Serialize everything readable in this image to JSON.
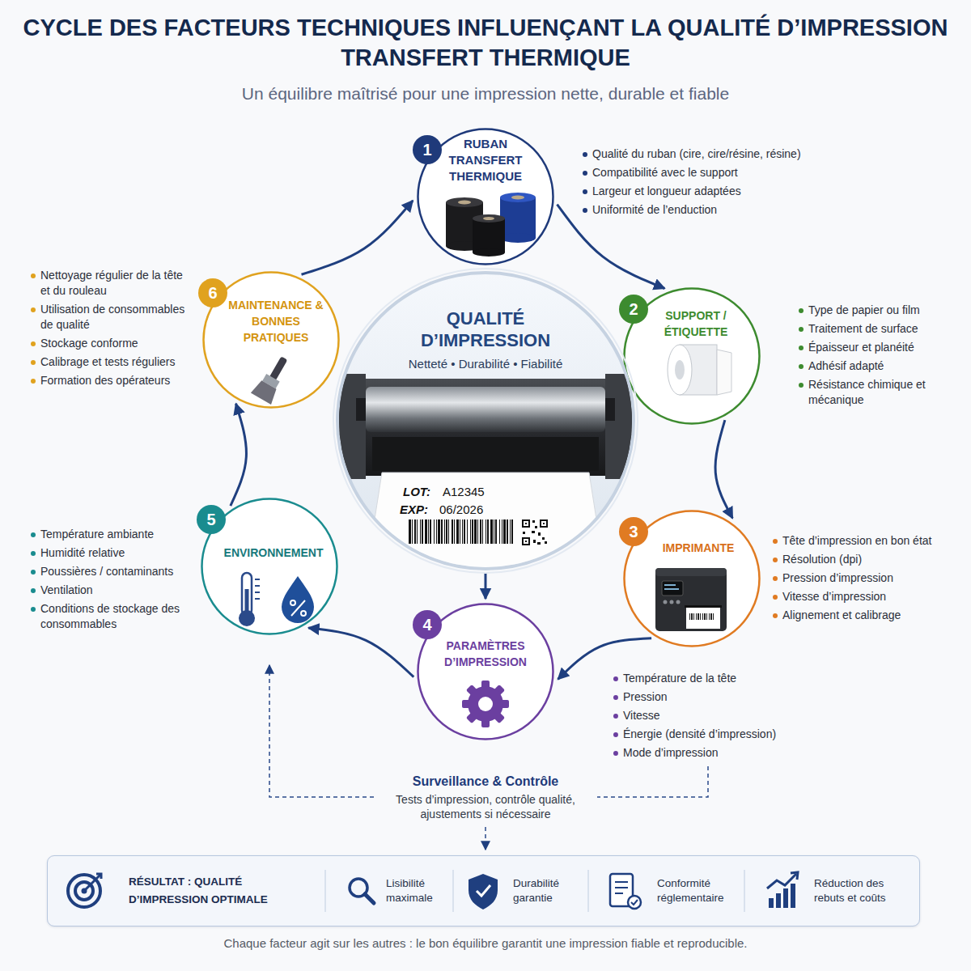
{
  "diagram": {
    "title": "CYCLE DES FACTEURS TECHNIQUES INFLUENÇANT LA QUALITÉ D’IMPRESSION TRANSFERT THERMIQUE",
    "caption": "Chaque facteur agit sur les autres : le bon équilibre garantit une impression fiable et reproducible.",
    "nodes": [
      {
        "text": [
          "1",
          "RUBAN TRANSFERT THERMIQUE"
        ]
      },
      {
        "text": [
          "2",
          "SUPPORT / ÉTIQUETTE"
        ]
      },
      {
        "text": [
          "3",
          "IMPRIMANTE"
        ]
      },
      {
        "text": [
          "4",
          "PARAMÈTRES D’IMPRESSION"
        ]
      },
      {
        "text": [
          "5",
          "ENVIRONNEMENT"
        ]
      },
      {
        "text": [
          "6",
          "MAINTENANCE & BONNES PRATIQUES"
        ]
      },
      {
        "text": [
          "QUALITÉ D’IMPRESSION",
          "Netteté • Durabilité • Fiabilité"
        ]
      },
      {
        "text": [
          "RÉSULTAT : QUALITÉ D’IMPRESSION OPTIMALE",
          "Lisibilité maximale",
          "Durabilité garantie",
          "Conformité réglementaire",
          "Réduction des rebuts et coûts"
        ]
      }
    ],
    "edges": [
      {
        "from": 0,
        "to": 1,
        "arrow": "to"
      },
      {
        "from": 1,
        "to": 2,
        "arrow": "to"
      },
      {
        "from": 2,
        "to": 3,
        "arrow": "to"
      },
      {
        "from": 3,
        "to": 4,
        "arrow": "to"
      },
      {
        "from": 4,
        "to": 5,
        "arrow": "to"
      },
      {
        "from": 5,
        "to": 0,
        "arrow": "to"
      },
      {
        "from": 6,
        "to": 3,
        "arrow": "to"
      }
    ],
    "labels": [
      "Un équilibre maîtrisé pour une impression nette, durable et fiable",
      "Qualité du ruban (cire, cire/résine, résine)",
      "Compatibilité avec le support",
      "Largeur et longueur adaptées",
      "Uniformité de l’enduction",
      "Type de papier ou film",
      "Traitement de surface",
      "Épaisseur et planéité",
      "Adhésif adapté",
      "Résistance chimique et mécanique",
      "Tête d’impression en bon état",
      "Résolution (dpi)",
      "Pression d’impression",
      "Vitesse d’impression",
      "Alignement et calibrage",
      "Température de la tête",
      "Pression",
      "Vitesse",
      "Énergie (densité d’impression)",
      "Mode d’impression",
      "Température ambiante",
      "Humidité relative",
      "Poussières / contaminants",
      "Ventilation",
      "Conditions de stockage des consommables",
      "Nettoyage régulier de la tête et du rouleau",
      "Utilisation de consommables de qualité",
      "Stockage conforme",
      "Calibrage et tests réguliers",
      "Formation des opérateurs",
      "LOT:",
      "A12345",
      "EXP:",
      "06/2026",
      "Surveillance & Contrôle",
      "Tests d’impression, contrôle qualité, ajustements si nécessaire"
    ]
  }
}
